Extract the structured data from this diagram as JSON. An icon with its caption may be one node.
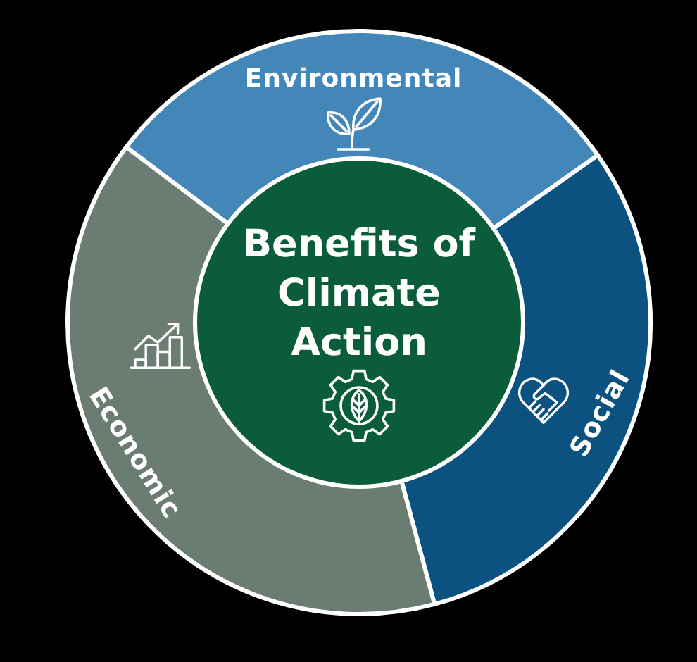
{
  "diagram": {
    "nodes": [
      {
        "text": [
          "Benefits of Climate Action"
        ]
      },
      {
        "text": [
          "Environmental"
        ]
      },
      {
        "text": [
          "Social"
        ]
      },
      {
        "text": [
          "Economic"
        ]
      }
    ]
  }
}
